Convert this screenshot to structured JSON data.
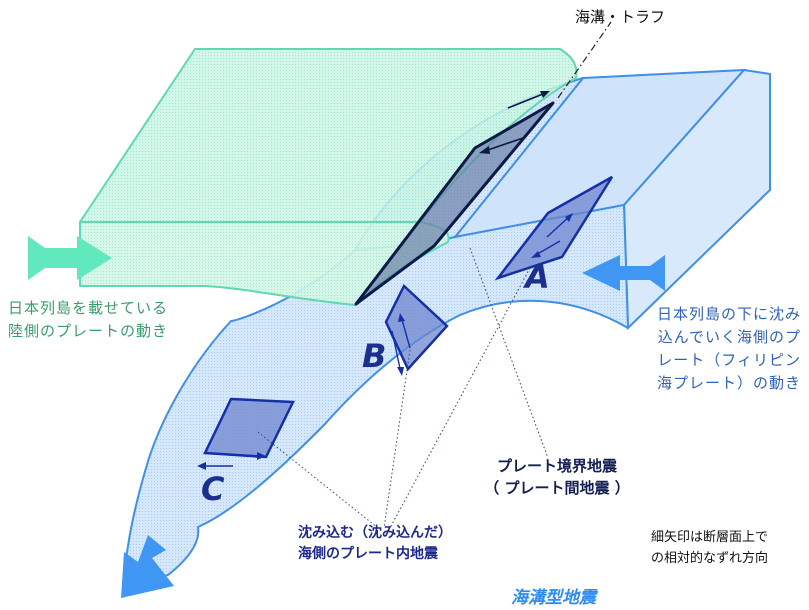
{
  "trench_label": "海溝・トラフ",
  "land_plate_caption": "日本列島を載せている陸側のプレートの動き",
  "sea_plate_caption": "日本列島の下に沈み込んでいく海側のプレート（フィリピン海プレート）の動き",
  "interplate_quake_line1": "プレート境界地震",
  "interplate_quake_line2": "（ プレート間地震 ）",
  "intraslab_quake_line1": "沈み込む（沈み込んだ）",
  "intraslab_quake_line2": "海側のプレート内地震",
  "arrow_note_line1": "細矢印は断層面上で",
  "arrow_note_line2": "の相対的なずれ方向",
  "main_title": "海溝型地震",
  "fault_labels": {
    "a": "A",
    "b": "B",
    "c": "C"
  },
  "colors": {
    "land_plate_fill": "#c9f6e4",
    "land_plate_edge": "#5fd8b3",
    "sea_plate_fill": "#d4e7fb",
    "sea_plate_edge": "#3f8fe6",
    "land_arrow": "#62e8bd",
    "sea_arrow": "#3f97f3",
    "fault_fill": "#6f86cf",
    "fault_edge": "#1530a6",
    "boundary_fault_fill": "#6b80a8",
    "boundary_fault_edge": "#0d1a47"
  }
}
